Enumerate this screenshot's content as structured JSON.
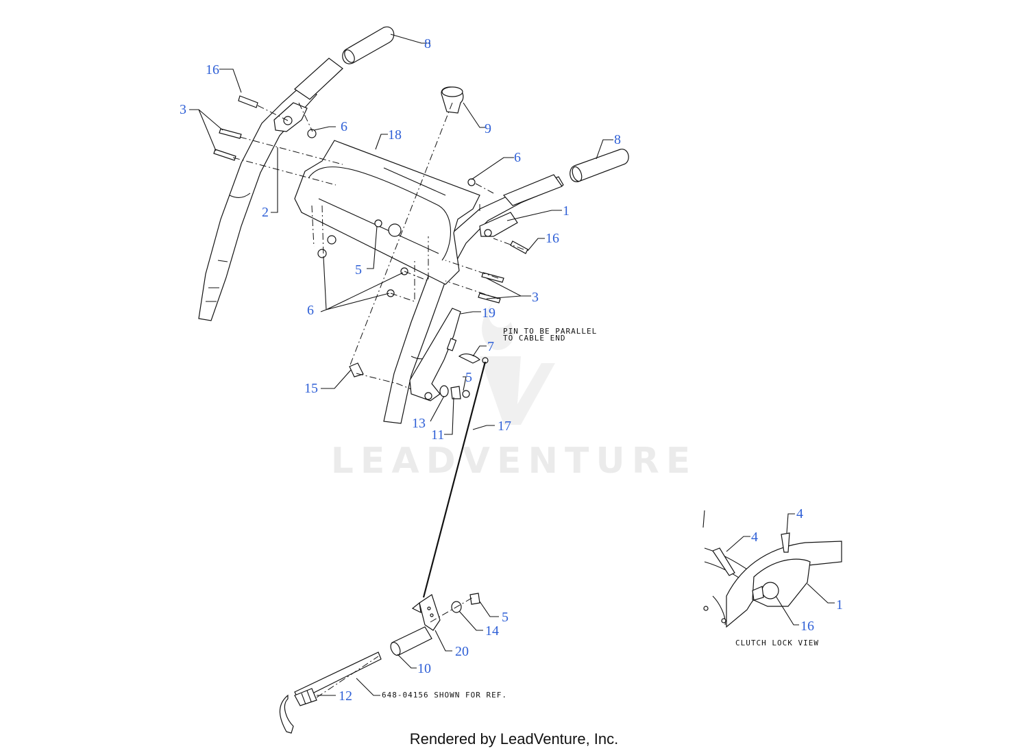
{
  "callouts": {
    "c8a": "8",
    "c16a": "16",
    "c3a": "3",
    "c6a": "6",
    "c9": "9",
    "c18": "18",
    "c8b": "8",
    "c6b": "6",
    "c2": "2",
    "c1a": "1",
    "c16b": "16",
    "c5a": "5",
    "c3b": "3",
    "c6c": "6",
    "c19": "19",
    "c7": "7",
    "c15": "15",
    "c5b": "5",
    "c13": "13",
    "c11": "11",
    "c17": "17",
    "c5c": "5",
    "c14": "14",
    "c20": "20",
    "c10": "10",
    "c12": "12",
    "c4a": "4",
    "c4b": "4",
    "c1b": "1",
    "c16c": "16"
  },
  "notes": {
    "pin_line1": "PIN TO BE PARALLEL",
    "pin_line2": "TO CABLE END",
    "ref_note": "648-04156 SHOWN FOR REF.",
    "inset_caption": "CLUTCH LOCK VIEW"
  },
  "watermark": "LEADVENTURE",
  "footer": "Rendered by LeadVenture, Inc."
}
